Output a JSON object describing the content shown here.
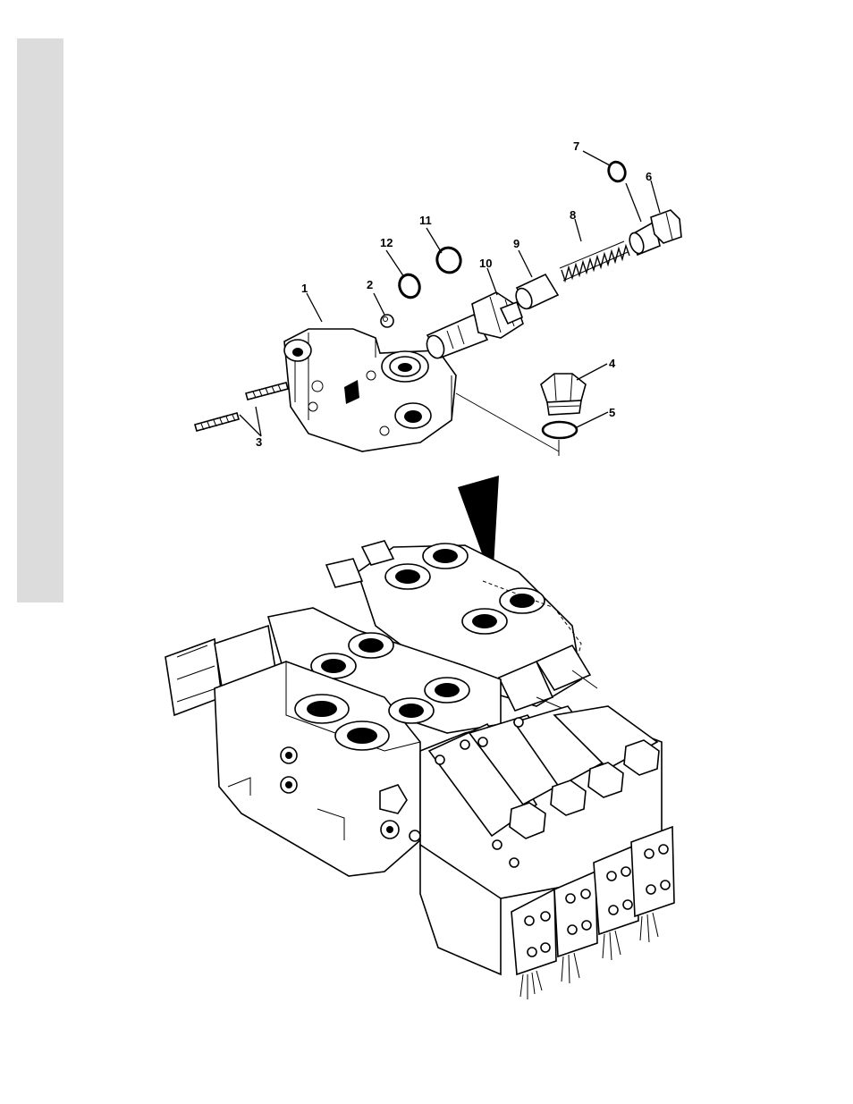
{
  "diagram": {
    "callouts": {
      "c1": "1",
      "c2": "2",
      "c3": "3",
      "c4": "4",
      "c5": "5",
      "c6": "6",
      "c7": "7",
      "c8": "8",
      "c9": "9",
      "c10": "10",
      "c11": "11",
      "c12": "12"
    },
    "parts": [
      {
        "label": "1",
        "icon": "valve-body-section"
      },
      {
        "label": "2",
        "icon": "ball"
      },
      {
        "label": "3",
        "icon": "tie-rod-studs"
      },
      {
        "label": "4",
        "icon": "hex-plug"
      },
      {
        "label": "5",
        "icon": "o-ring"
      },
      {
        "label": "6",
        "icon": "hex-cap"
      },
      {
        "label": "7",
        "icon": "o-ring"
      },
      {
        "label": "8",
        "icon": "spring"
      },
      {
        "label": "9",
        "icon": "poppet"
      },
      {
        "label": "10",
        "icon": "relief-valve-cartridge"
      },
      {
        "label": "11",
        "icon": "o-ring"
      },
      {
        "label": "12",
        "icon": "o-ring"
      }
    ]
  }
}
